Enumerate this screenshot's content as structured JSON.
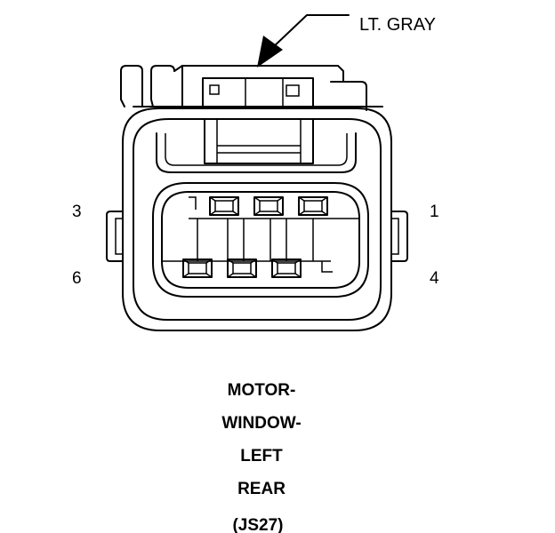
{
  "connector": {
    "color_label": "LT. GRAY",
    "pins": [
      {
        "number": "3"
      },
      {
        "number": "1"
      },
      {
        "number": "6"
      },
      {
        "number": "4"
      }
    ]
  },
  "title": {
    "lines": [
      "MOTOR-",
      "WINDOW-",
      "LEFT",
      "REAR",
      "(JS27)"
    ]
  }
}
